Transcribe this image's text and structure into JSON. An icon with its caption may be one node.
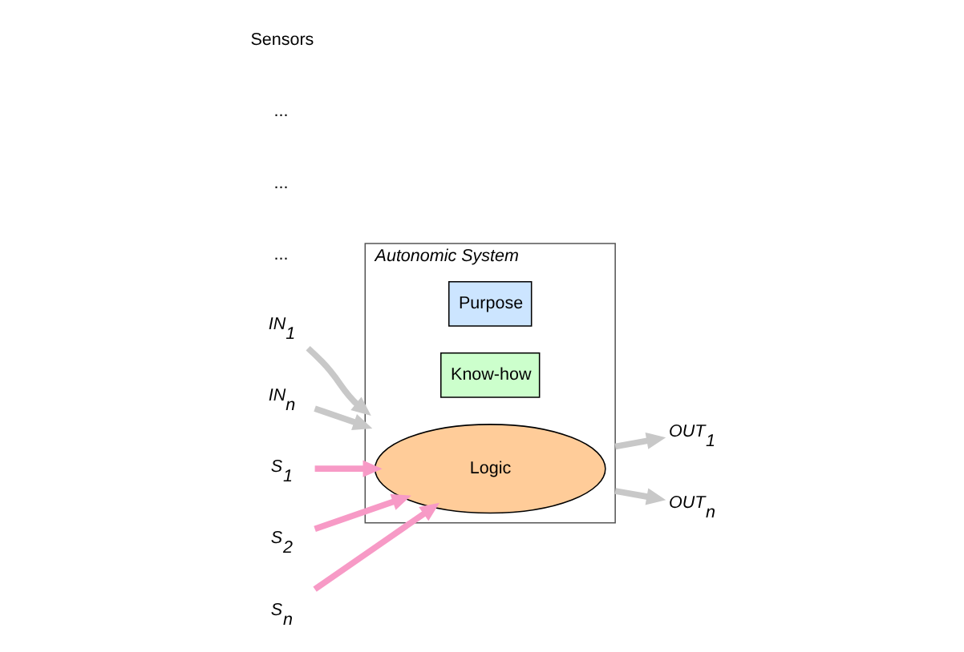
{
  "diagram": {
    "nodes": [
      {
        "text": [
          "Autonomic System"
        ]
      },
      {
        "text": [
          "Purpose"
        ],
        "in": 0
      },
      {
        "text": [
          "Know-how"
        ],
        "in": 0
      },
      {
        "text": [
          "Logic"
        ],
        "in": 0
      },
      {
        "text": [
          "IN$_{1}$"
        ]
      },
      {
        "text": [
          "IN$_{n}$"
        ]
      },
      {
        "text": [
          "OUT$_{1}$"
        ]
      },
      {
        "text": [
          "OUT$_{n}$"
        ]
      },
      {
        "text": [
          "S$_{1}$"
        ]
      },
      {
        "text": [
          "S$_{2}$"
        ]
      },
      {
        "text": [
          "S$_{n}$"
        ]
      }
    ],
    "edges": [
      {
        "from": 4,
        "to": 0,
        "arrow": "to",
        "color": "#c8c8c8"
      },
      {
        "from": 5,
        "to": 0,
        "arrow": "to",
        "color": "#c8c8c8"
      },
      {
        "from": 0,
        "to": 6,
        "arrow": "to",
        "color": "#c8c8c8"
      },
      {
        "from": 0,
        "to": 7,
        "arrow": "to",
        "color": "#c8c8c8"
      },
      {
        "from": 8,
        "to": 3,
        "arrow": "to",
        "color": "#f79ac6"
      },
      {
        "from": 9,
        "to": 3,
        "arrow": "to",
        "color": "#f79ac6"
      },
      {
        "from": 10,
        "to": 3,
        "arrow": "to",
        "color": "#f79ac6"
      }
    ],
    "labels": [
      "...",
      "...",
      "...",
      "Sensors"
    ]
  }
}
